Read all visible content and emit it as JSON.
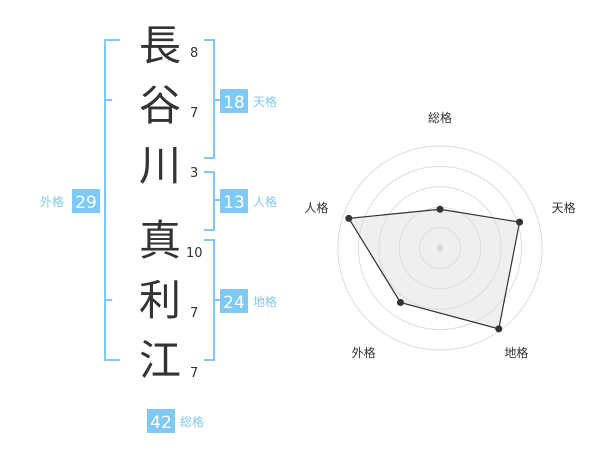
{
  "name_chars": [
    {
      "char": "長",
      "strokes": "8"
    },
    {
      "char": "谷",
      "strokes": "7"
    },
    {
      "char": "川",
      "strokes": "3"
    },
    {
      "char": "真",
      "strokes": "10"
    },
    {
      "char": "利",
      "strokes": "7"
    },
    {
      "char": "江",
      "strokes": "7"
    }
  ],
  "fortunes": {
    "tenkaku": {
      "value": "18",
      "label": "天格"
    },
    "jinkaku": {
      "value": "13",
      "label": "人格"
    },
    "chikaku": {
      "value": "24",
      "label": "地格"
    },
    "gaikaku": {
      "value": "29",
      "label": "外格"
    },
    "soukaku": {
      "value": "42",
      "label": "総格"
    }
  },
  "radar": {
    "axes": [
      "総格",
      "天格",
      "地格",
      "外格",
      "人格"
    ],
    "values": [
      0.38,
      0.82,
      0.98,
      0.66,
      0.94
    ]
  },
  "colors": {
    "accent": "#7fc9f6",
    "label": "#7fc9f6",
    "text": "#333333",
    "ring": "#dddddd",
    "fill": "#f0f0f0"
  }
}
